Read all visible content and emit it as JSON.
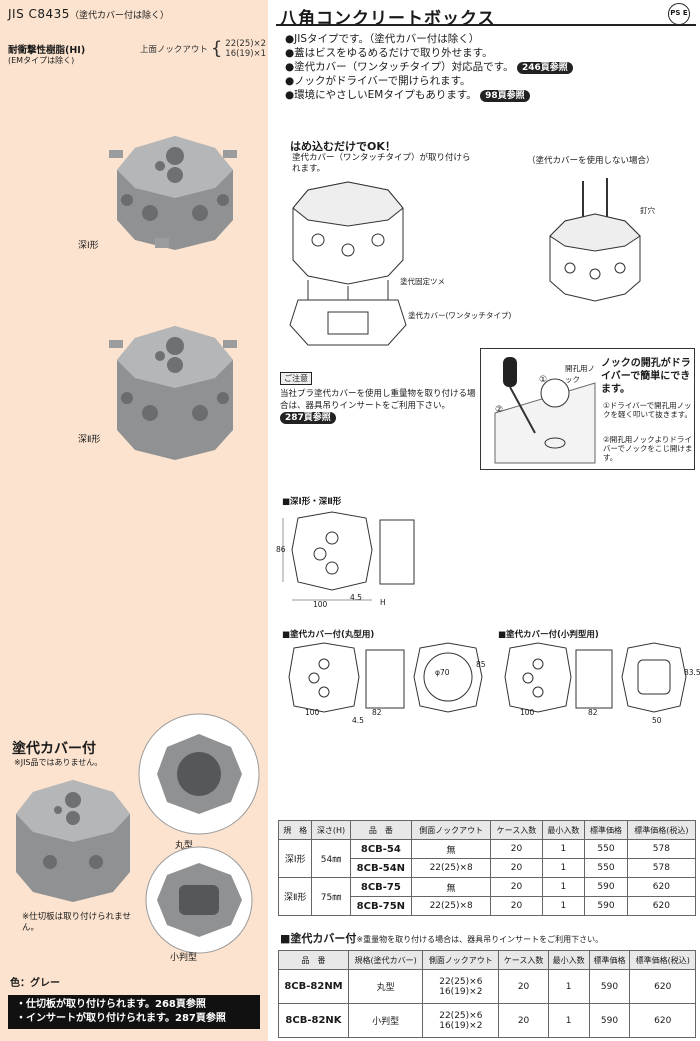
{
  "left": {
    "standard": "JIS  C8435",
    "standard_note": "（塗代カバー付は除く）",
    "material": "耐衝撃性樹脂(HI)",
    "material_note": "(EMタイプは除く)",
    "knockout_label": "上面ノックアウト",
    "knockout_values": [
      "22(25)×2",
      "16(19)×1"
    ],
    "label_deep1": "深Ⅰ形",
    "label_deep2": "深Ⅱ形",
    "cover_title": "塗代カバー付",
    "cover_sub": "※JIS品ではありません。",
    "label_round": "丸型",
    "label_small": "小判型",
    "partition_note": "※仕切板は取り付けられません。",
    "color": "色：グレー",
    "black_box": [
      "・仕切板が取り付けられます。268頁参照",
      "・インサートが取り付けられます。287頁参照"
    ]
  },
  "header": {
    "title": "八角コンクリートボックス",
    "pse": "PS E"
  },
  "features": [
    {
      "text": "●JISタイプです。（塗代カバー付は除く）",
      "ref": ""
    },
    {
      "text": "●蓋はビスをゆるめるだけで取り外せます。",
      "ref": ""
    },
    {
      "text": "●塗代カバー（ワンタッチタイプ）対応品です。",
      "ref": "246頁参照"
    },
    {
      "text": "●ノックがドライバーで開けられます。",
      "ref": ""
    },
    {
      "text": "●環境にやさしいEMタイプもあります。",
      "ref": "98頁参照"
    }
  ],
  "diagram": {
    "title": "はめ込むだけでOK！",
    "sub": "塗代カバー（ワンタッチタイプ）が取り付けられます。",
    "right_label": "（塗代カバーを使用しない場合）",
    "callout_nail": "釘穴",
    "callout_claw": "塗代固定ツメ",
    "callout_cover": "塗代カバー(ワンタッチタイプ)"
  },
  "caution": {
    "tag": "ご注意",
    "text": "当社プラ塗代カバーを使用し重量物を取り付ける場合は、器具吊りインサートをご利用下さい。",
    "ref": "287頁参照"
  },
  "knockbox": {
    "title": "ノックの開孔がドライバーで簡単にできます。",
    "label_knock": "開孔用ノック",
    "step1": "①ドライバーで開孔用ノックを軽く叩いて抜きます。",
    "step2": "②開孔用ノックよりドライバーでノックをこじ開けます。",
    "num1": "①",
    "num2": "②"
  },
  "dims": {
    "section1": "■深Ⅰ形・深Ⅱ形",
    "section2": "■塗代カバー付(丸型用)",
    "section3": "■塗代カバー付(小判型用)",
    "d100": "100",
    "d100b": "100",
    "d100c": "100",
    "d86": "86",
    "dH": "H",
    "d45": "4.5",
    "d45b": "4.5",
    "d82": "82",
    "d82b": "82",
    "d50": "50",
    "d85": "85",
    "d835": "83.5",
    "d70": "φ70"
  },
  "table1": {
    "headers": [
      "規　格",
      "深さ(H)",
      "品　番",
      "側面ノックアウト",
      "ケース入数",
      "最小入数",
      "標準価格",
      "標準価格(税込)"
    ],
    "rows": [
      {
        "spec": "深Ⅰ形",
        "depth": "54㎜",
        "code": "8CB-54",
        "side": "無",
        "case": "20",
        "min": "1",
        "price": "550",
        "price_tax": "578"
      },
      {
        "spec": "",
        "depth": "",
        "code": "8CB-54N",
        "side": "22(25)×8",
        "case": "20",
        "min": "1",
        "price": "550",
        "price_tax": "578"
      },
      {
        "spec": "深Ⅱ形",
        "depth": "75㎜",
        "code": "8CB-75",
        "side": "無",
        "case": "20",
        "min": "1",
        "price": "590",
        "price_tax": "620"
      },
      {
        "spec": "",
        "depth": "",
        "code": "8CB-75N",
        "side": "22(25)×8",
        "case": "20",
        "min": "1",
        "price": "590",
        "price_tax": "620"
      }
    ]
  },
  "table2": {
    "title": "■塗代カバー付",
    "note": "※重量物を取り付ける場合は、器具吊りインサートをご利用下さい。",
    "headers": [
      "品　番",
      "規格(塗代カバー)",
      "側面ノックアウト",
      "ケース入数",
      "最小入数",
      "標準価格",
      "標準価格(税込)"
    ],
    "rows": [
      {
        "code": "8CB-82NM",
        "spec": "丸型",
        "side1": "22(25)×6",
        "side2": "16(19)×2",
        "case": "20",
        "min": "1",
        "price": "590",
        "price_tax": "620"
      },
      {
        "code": "8CB-82NK",
        "spec": "小判型",
        "side1": "22(25)×6",
        "side2": "16(19)×2",
        "case": "20",
        "min": "1",
        "price": "590",
        "price_tax": "620"
      }
    ]
  }
}
